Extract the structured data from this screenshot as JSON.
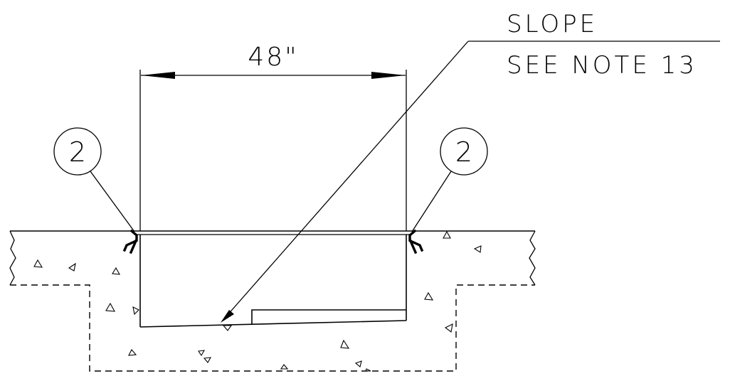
{
  "dimension": {
    "label": "48\""
  },
  "callout": {
    "line1": "SLOPE",
    "line2": "SEE NOTE 13"
  },
  "markers": [
    {
      "label": "2"
    },
    {
      "label": "2"
    }
  ],
  "colors": {
    "ink": "#000000",
    "background": "#ffffff"
  }
}
